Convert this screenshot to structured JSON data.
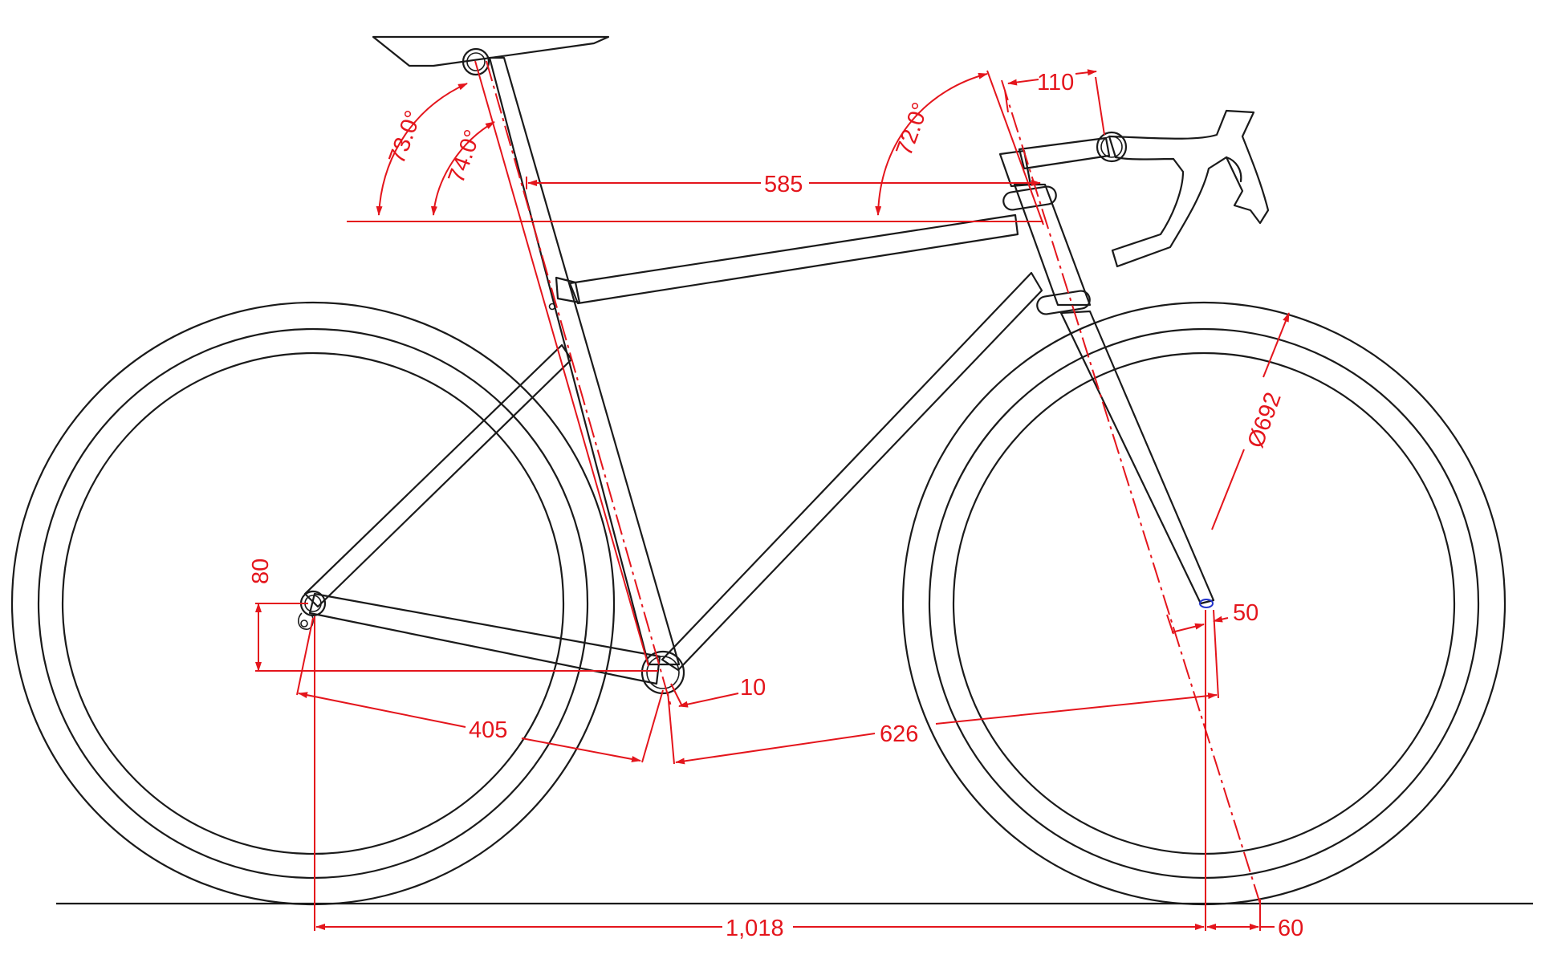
{
  "colors": {
    "line": "#1a1a1a",
    "dimension": "#e4151c",
    "background": "#ffffff",
    "axle_marker": "#2233cc"
  },
  "dimensions": {
    "seat_angle_effective": "73.0°",
    "seat_angle_actual": "74.0°",
    "head_angle": "72.0°",
    "stem_length": "110",
    "reach_top_tube": "585",
    "wheel_diameter": "Ø692",
    "bb_drop": "80",
    "chainstay": "405",
    "bb_offset": "10",
    "front_center": "626",
    "fork_offset": "50",
    "wheelbase": "1,018",
    "trail": "60"
  }
}
